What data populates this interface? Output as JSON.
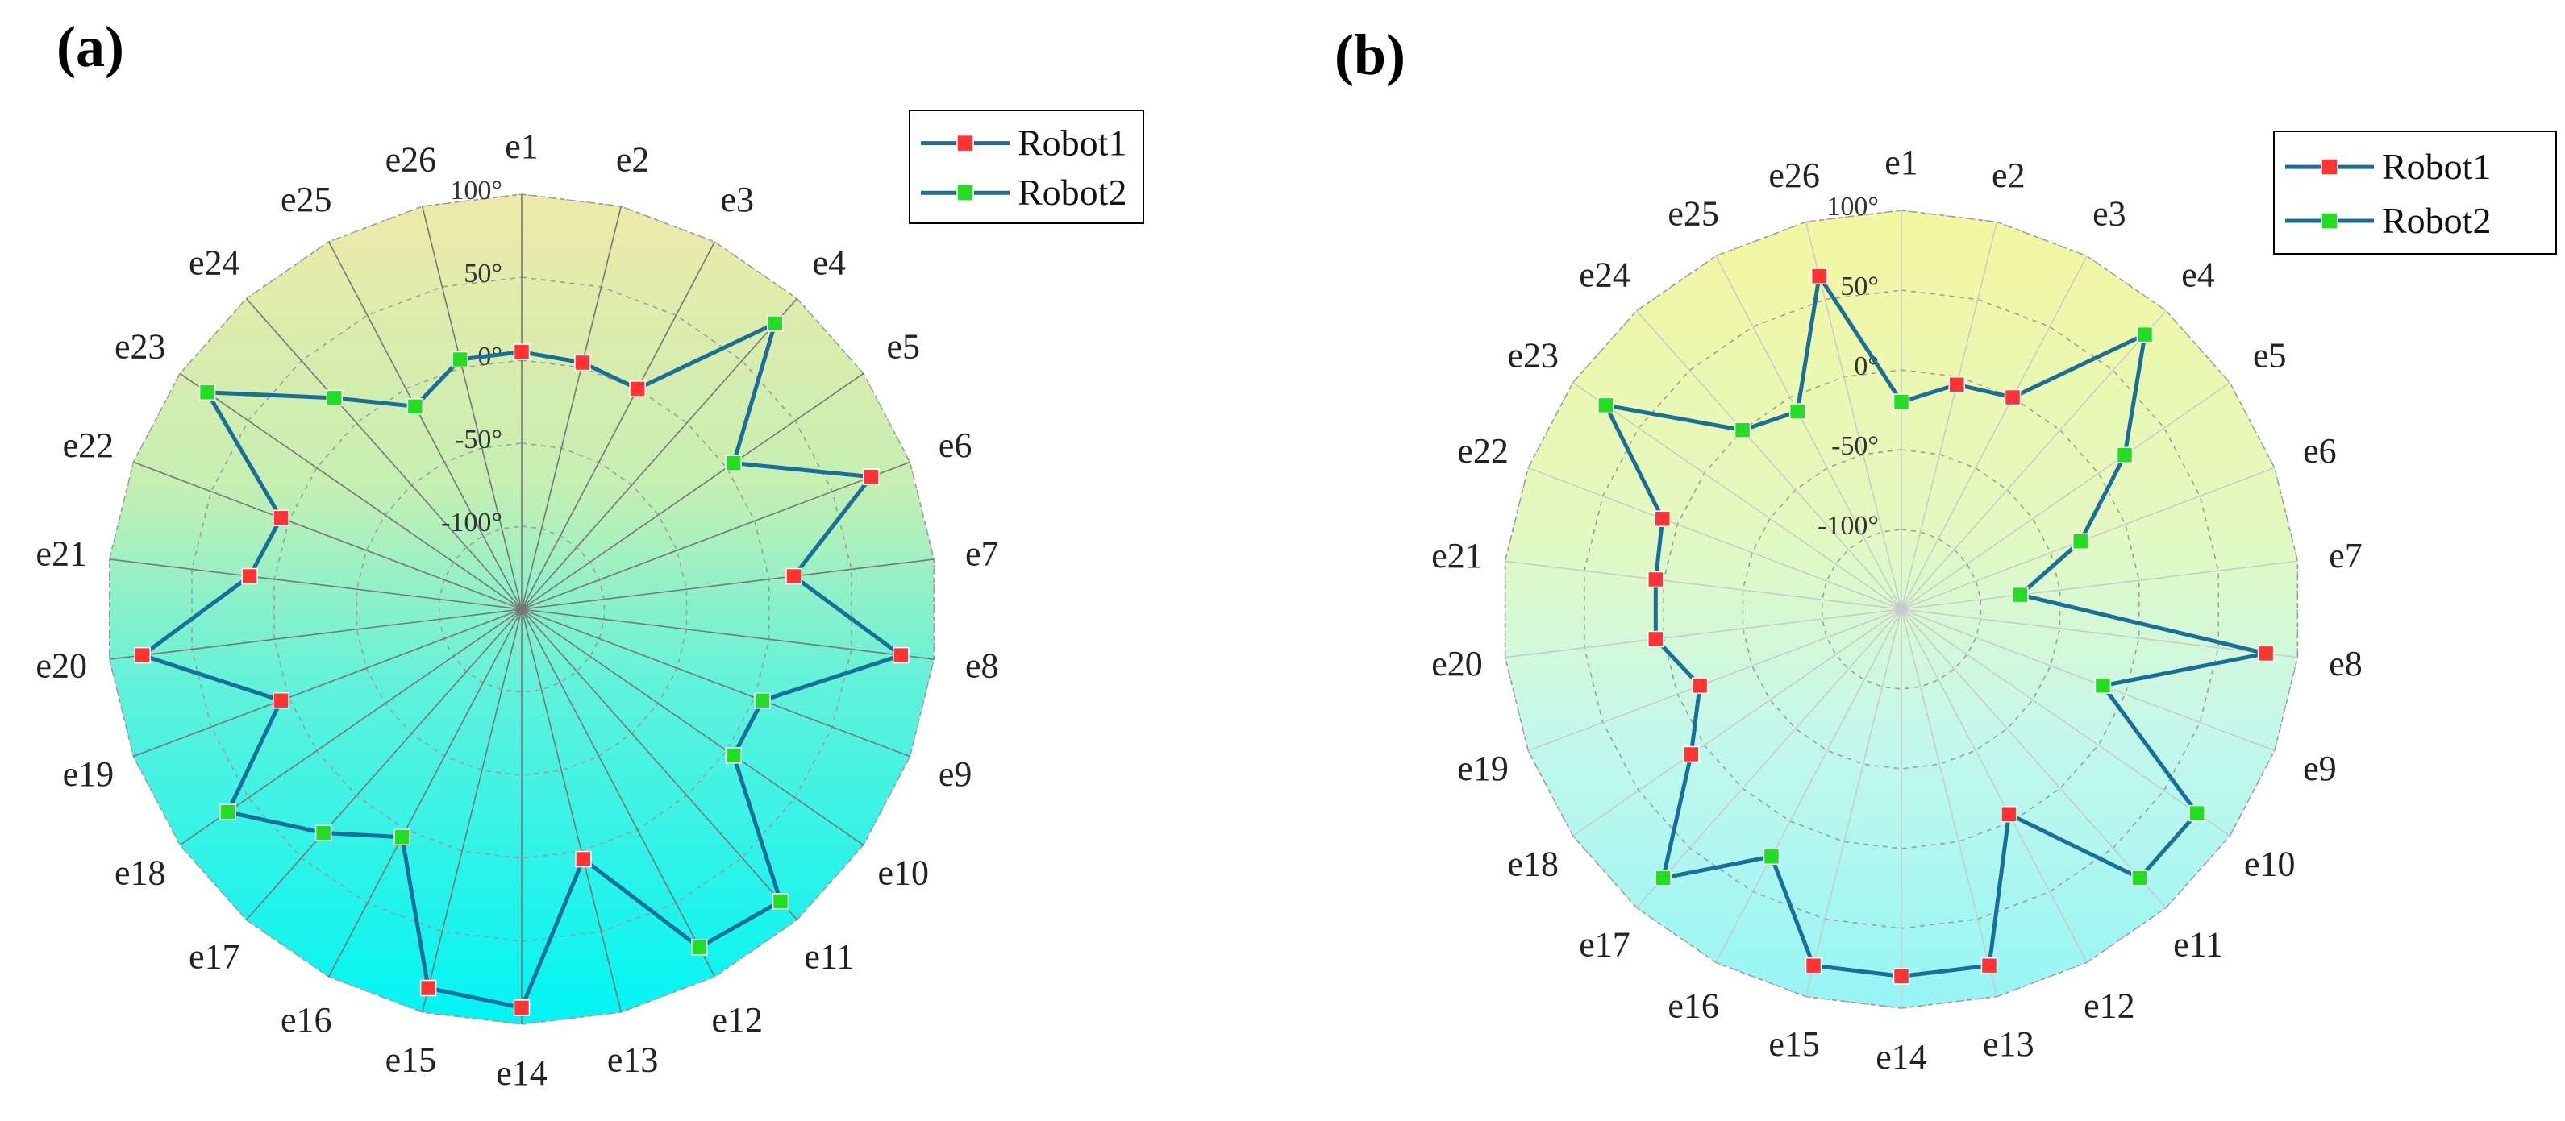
{
  "chart_data": [
    {
      "type": "radar",
      "panel_label": "(a)",
      "categories": [
        "e1",
        "e2",
        "e3",
        "e4",
        "e5",
        "e6",
        "e7",
        "e8",
        "e9",
        "e10",
        "e11",
        "e12",
        "e13",
        "e14",
        "e15",
        "e16",
        "e17",
        "e18",
        "e19",
        "e20",
        "e21",
        "e22",
        "e23",
        "e24",
        "e25",
        "e26"
      ],
      "tick_labels": [
        "100°",
        "50°",
        "0°",
        "-50°",
        "-100°"
      ],
      "rlim": [
        -150,
        100
      ],
      "grid": true,
      "legend_position": "top-right",
      "series_colors": {
        "line": "#1a6f9a",
        "Robot1": "#ff3333",
        "Robot2": "#22dd22"
      },
      "background_gradient": [
        "#eeeaa8",
        "#00f4f4"
      ],
      "series": [
        {
          "name": "Robot1",
          "marker": "Robot1"
        },
        {
          "name": "Robot2",
          "marker": "Robot2"
        }
      ],
      "values": [
        5,
        3,
        0,
        80,
        5,
        75,
        15,
        80,
        5,
        5,
        85,
        80,
        5,
        90,
        85,
        5,
        30,
        65,
        5,
        80,
        15,
        5,
        80,
        20,
        -12,
        5
      ],
      "owner": [
        "Robot1",
        "Robot1",
        "Robot1",
        "Robot2",
        "Robot2",
        "Robot1",
        "Robot1",
        "Robot1",
        "Robot2",
        "Robot2",
        "Robot2",
        "Robot2",
        "Robot1",
        "Robot1",
        "Robot1",
        "Robot2",
        "Robot2",
        "Robot2",
        "Robot1",
        "Robot1",
        "Robot1",
        "Robot1",
        "Robot2",
        "Robot2",
        "Robot2",
        "Robot2"
      ]
    },
    {
      "type": "radar",
      "panel_label": "(b)",
      "categories": [
        "e1",
        "e2",
        "e3",
        "e4",
        "e5",
        "e6",
        "e7",
        "e8",
        "e9",
        "e10",
        "e11",
        "e12",
        "e13",
        "e14",
        "e15",
        "e16",
        "e17",
        "e18",
        "e19",
        "e20",
        "e21",
        "e22",
        "e23",
        "e24",
        "e25",
        "e26"
      ],
      "tick_labels": [
        "100°",
        "50°",
        "0°",
        "-50°",
        "-100°"
      ],
      "rlim": [
        -150,
        100
      ],
      "grid": true,
      "legend_position": "top-right",
      "series_colors": {
        "line": "#1a6f9a",
        "Robot1": "#ff3333",
        "Robot2": "#22dd22"
      },
      "background_gradient": [
        "#f3f7a0",
        "#95f5f5"
      ],
      "series": [
        {
          "name": "Robot1",
          "marker": "Robot1"
        },
        {
          "name": "Robot2",
          "marker": "Robot2"
        }
      ],
      "values": [
        -20,
        -5,
        0,
        80,
        20,
        -30,
        -75,
        80,
        -15,
        75,
        75,
        -5,
        80,
        80,
        80,
        25,
        75,
        10,
        -15,
        5,
        5,
        10,
        75,
        0,
        -10,
        65
      ],
      "owner": [
        "Robot2",
        "Robot1",
        "Robot1",
        "Robot2",
        "Robot2",
        "Robot2",
        "Robot2",
        "Robot1",
        "Robot2",
        "Robot2",
        "Robot2",
        "Robot1",
        "Robot1",
        "Robot1",
        "Robot1",
        "Robot2",
        "Robot2",
        "Robot1",
        "Robot1",
        "Robot1",
        "Robot1",
        "Robot1",
        "Robot2",
        "Robot2",
        "Robot2",
        "Robot1"
      ]
    }
  ]
}
